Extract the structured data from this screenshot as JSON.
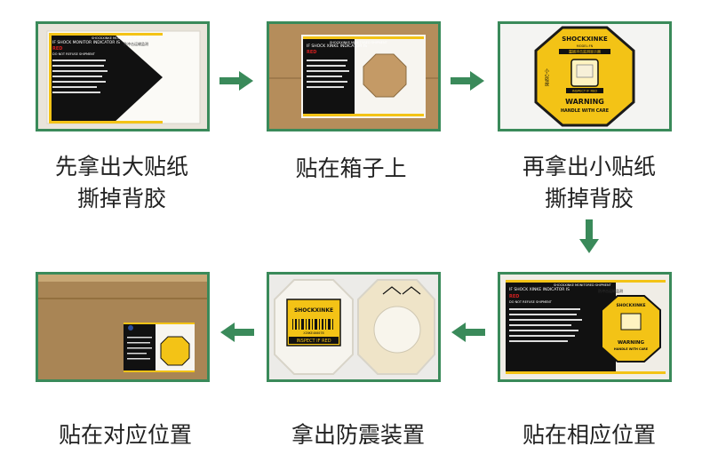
{
  "colors": {
    "frame": "#3a8a5a",
    "arrow": "#3a8a5a",
    "cardboard": "#b08a5a",
    "label_yellow": "#f3c316",
    "label_black": "#111111",
    "warning_red": "#d32020"
  },
  "steps": [
    {
      "caption_line1": "先拿出大贴纸",
      "caption_line2": "撕掉背胶",
      "label_header": "SHOCKXINKE MONITORED SHIPMENT",
      "label_header_cn": "防冲击运输监测",
      "label_title": "IF SHOCK MONITOR INDICATOR IS",
      "label_red": "RED",
      "label_sub": "DO NOT REFUSE SHIPMENT"
    },
    {
      "caption_line1": "贴在箱子上",
      "caption_line2": "",
      "label_header": "SHOCKXINKE MONITORED SHIPMENT",
      "label_title": "IF SHOCK XINKE INDICATOR IS",
      "label_red": "RED"
    },
    {
      "caption_line1": "再拿出小贴纸",
      "caption_line2": "撕掉背胶",
      "brand": "SHOCKXINKE",
      "model": "MODEL:FN",
      "cn_name": "震撼冲击监测显示器",
      "side_text": "小心轻放",
      "inspect": "INSPECT IF RED",
      "warning": "WARNING",
      "handle": "HANDLE WITH CARE"
    },
    {
      "caption_line1": "贴在相应位置",
      "caption_line2": "",
      "label_header": "SHOCKXINKE MONITORED SHIPMENT",
      "label_header_cn": "防冲击运输监测",
      "label_title": "IF SHOCK XINKE INDICATOR IS",
      "label_red": "RED",
      "label_sub": "DO NOT REFUSE SHIPMENT",
      "brand": "SHOCKXINKE",
      "warning": "WARNING",
      "handle": "HANDLE WITH CARE"
    },
    {
      "caption_line1": "拿出防震装置",
      "caption_line2": "",
      "brand": "SHOCKXINKE",
      "inspect": "INSPECT IF RED",
      "barcode_text": "XINKE40007B"
    },
    {
      "caption_line1": "贴在对应位置",
      "caption_line2": ""
    }
  ]
}
